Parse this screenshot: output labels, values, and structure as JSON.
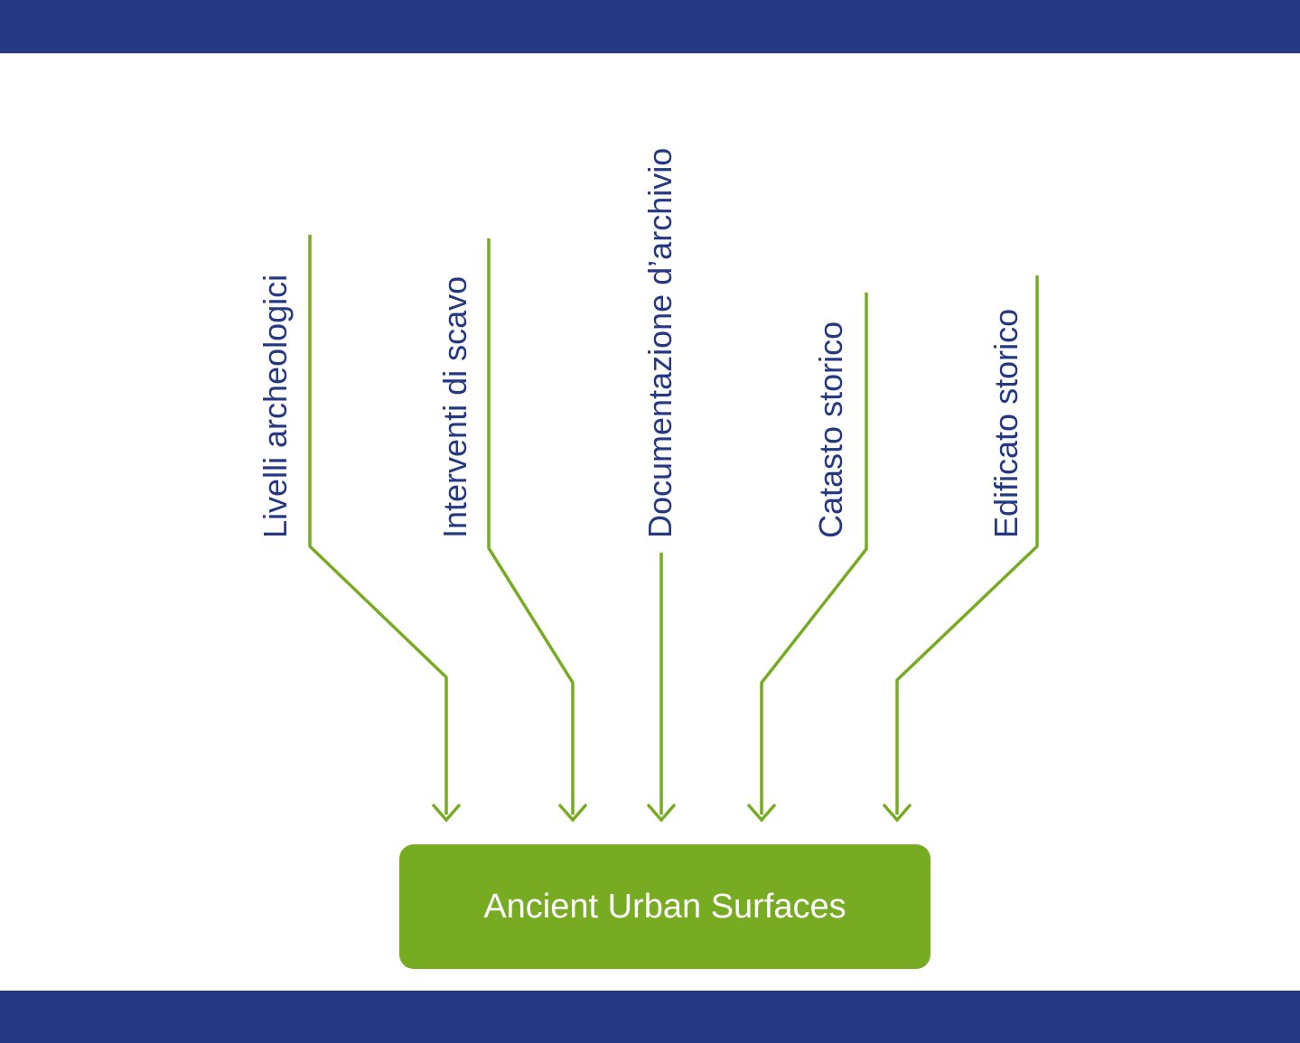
{
  "colors": {
    "band": "#253882",
    "text": "#253882",
    "connector": "#77ac22",
    "box": "#77ac22"
  },
  "sources": [
    {
      "label": "Livelli archeologici"
    },
    {
      "label": "Interventi di scavo"
    },
    {
      "label": "Documentazione d’archivio"
    },
    {
      "label": "Catasto storico"
    },
    {
      "label": "Edificato storico"
    }
  ],
  "result": {
    "label": "Ancient Urban Surfaces"
  }
}
